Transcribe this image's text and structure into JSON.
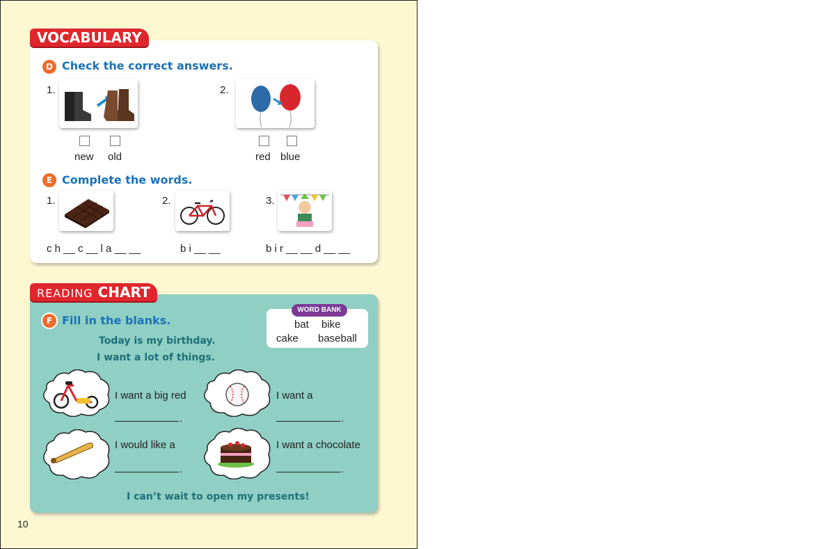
{
  "page_number": "10",
  "vocabulary": {
    "tag": "VOCABULARY",
    "exercise_d": {
      "letter": "D",
      "heading": "Check the correct answers.",
      "items": [
        {
          "number": "1.",
          "image": "boots-icon",
          "options": [
            "new",
            "old"
          ]
        },
        {
          "number": "2.",
          "image": "balloons-icon",
          "options": [
            "red",
            "blue"
          ]
        }
      ]
    },
    "exercise_e": {
      "letter": "E",
      "heading": "Complete the words.",
      "items": [
        {
          "number": "1.",
          "image": "chocolate-icon",
          "pattern": "c h __ c __ l a __ __"
        },
        {
          "number": "2.",
          "image": "bicycle-icon",
          "pattern": "b i __ __"
        },
        {
          "number": "3.",
          "image": "birthday-boy-icon",
          "pattern": "b i r __ __ d __ __"
        }
      ]
    }
  },
  "reading_chart": {
    "tag_light": "READING",
    "tag_bold": "CHART",
    "exercise_f": {
      "letter": "F",
      "heading": "Fill in the blanks.",
      "word_bank_label": "WORD BANK",
      "word_bank": [
        "bat",
        "bike",
        "cake",
        "baseball"
      ],
      "intro_lines": [
        "Today is my birthday.",
        "I want a lot of things."
      ],
      "items": [
        {
          "image": "tricycle-icon",
          "text": "I want a big red"
        },
        {
          "image": "baseball-icon",
          "text": "I want a"
        },
        {
          "image": "bat-icon",
          "text": "I would like a"
        },
        {
          "image": "cake-icon",
          "text": "I want a chocolate"
        }
      ],
      "closing": "I can’t wait to open my presents!"
    }
  },
  "colors": {
    "tag_red": "#e0262d",
    "heading_blue": "#1a72b8",
    "badge_orange": "#ef6b2a",
    "panel_teal": "#8fcfc4",
    "word_bank_purple": "#7a3a96",
    "page_yellow": "#fdf7d2"
  }
}
